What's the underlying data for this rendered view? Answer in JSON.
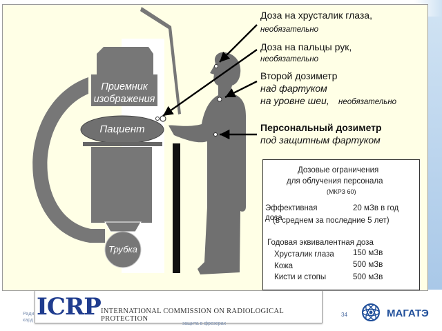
{
  "labels": {
    "eye_dose": "Доза на хрусталик глаза,",
    "eye_dose_note": "необязательно",
    "finger_dose": "Доза на пальцы рук,",
    "finger_dose_note": "необязательно",
    "second_dosimeter_1": "Второй дозиметр",
    "second_dosimeter_2": "над фартуком",
    "second_dosimeter_3": "на уровне шеи,",
    "second_dosimeter_note": "необязательно",
    "personal_dosimeter_1": "Персональный дозиметр",
    "personal_dosimeter_2": "под защитным фартуком",
    "image_receptor_1": "Приемник",
    "image_receptor_2": "изображения",
    "patient": "Пациент",
    "tube": "Трубка"
  },
  "limits": {
    "title_1": "Дозовые ограничения",
    "title_2": "для облучения персонала",
    "source": "(МКРЗ 60)",
    "effective_label_1": "Эффективная",
    "effective_label_2": "доза",
    "effective_value": "20 мЗв в год",
    "effective_note": "(в среднем за последние 5 лет)",
    "annual_equivalent": "Годовая эквивалентная доза",
    "rows": [
      {
        "label": "Хрусталик глаза",
        "value": "150 мЗв"
      },
      {
        "label": "Кожа",
        "value": "500 мЗв"
      },
      {
        "label": "Кисти и стопы",
        "value": "500 мЗв"
      }
    ]
  },
  "footer": {
    "left_1": "Ради",
    "left_2": "кард",
    "icrp_logo": "ICRP",
    "icrp_name": "INTERNATIONAL COMMISSION ON RADIOLOGICAL PROTECTION",
    "page_number": "34",
    "bottom_stub": "защита в фрезерах",
    "iaea": "МАГАТЭ"
  },
  "colors": {
    "figure_gray": "#707070",
    "panel_bg": "#ffffe6",
    "icrp_blue": "#1f3c8e",
    "accent_blue": "#1f4e9a"
  }
}
